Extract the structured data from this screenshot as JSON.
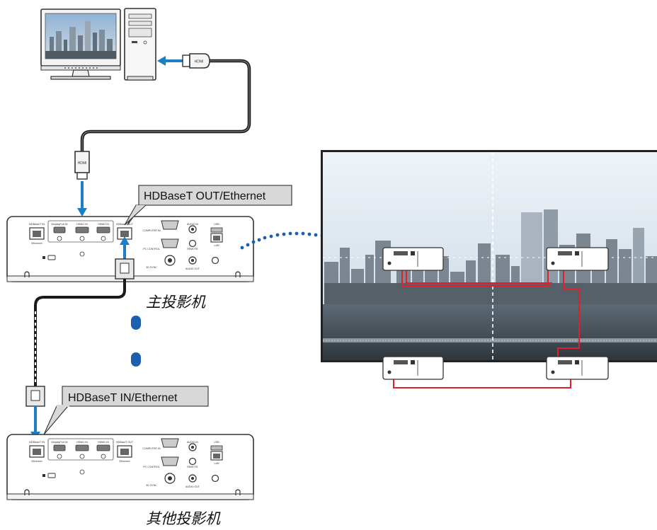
{
  "callouts": {
    "out_port_label": "HDBaseT OUT/Ethernet",
    "in_port_label": "HDBaseT IN/Ethernet"
  },
  "captions": {
    "master_projector": "主投影机",
    "other_projectors": "其他投影机"
  },
  "connector_text": {
    "hdmi": "HDMI"
  },
  "panel_labels": {
    "hdbaset_in": "HDBaseT IN",
    "ethernet": "Ethernet",
    "displayport_in": "DisplayPort IN",
    "hdmi1_in": "HDMI1 IN",
    "hdmi2_in": "HDMI2 IN",
    "hdbaset_out": "HDBaseT OUT",
    "computer_in": "COMPUTER IN",
    "audio_in": "AUDIO IN",
    "pc_control": "PC CONTROL",
    "remote": "REMOTE",
    "sync_3d": "3D SYNC",
    "audio_out": "AUDIO OUT",
    "usb": "USB",
    "lan": "LAN"
  },
  "colors": {
    "signal_arrow": "#1a7fc4",
    "wireless_dots": "#1a5fb0",
    "link_cable": "#e0202a",
    "callout_fill": "#d8d8d8",
    "cable": "#1a1a1a"
  },
  "icons": [
    "monitor-icon",
    "pc-tower-icon",
    "hdmi-plug-icon",
    "rj45-plug-icon",
    "projector-icon",
    "ellipsis-dots-icon"
  ]
}
